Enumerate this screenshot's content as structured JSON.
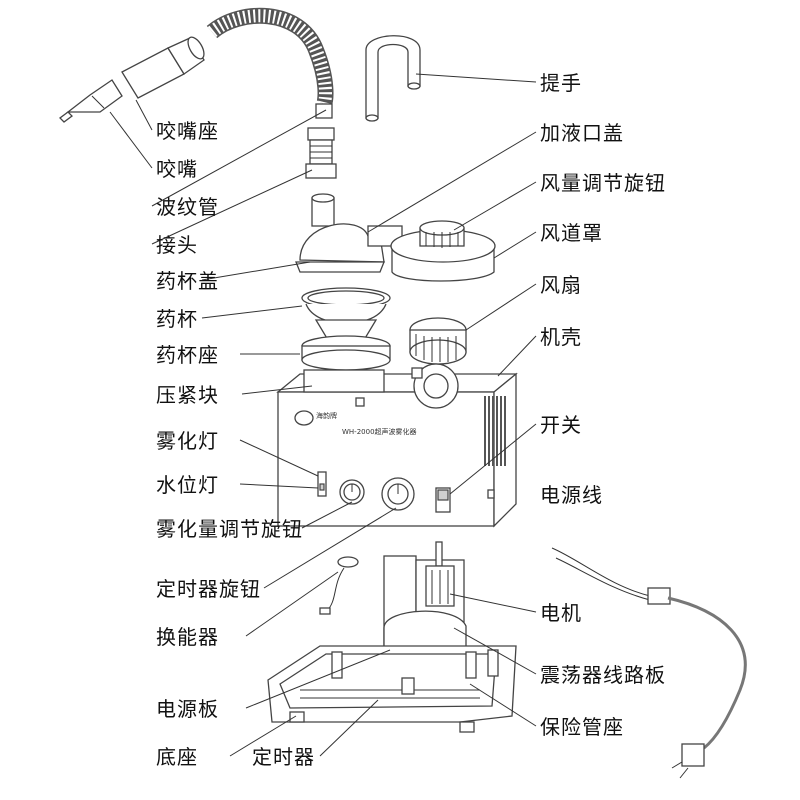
{
  "labels_left": [
    {
      "id": "mouthpiece-seat",
      "text": "咬嘴座"
    },
    {
      "id": "mouthpiece",
      "text": "咬嘴"
    },
    {
      "id": "corrugated-tube",
      "text": "波纹管"
    },
    {
      "id": "connector",
      "text": "接头"
    },
    {
      "id": "cup-lid",
      "text": "药杯盖"
    },
    {
      "id": "medicine-cup",
      "text": "药杯"
    },
    {
      "id": "cup-seat",
      "text": "药杯座"
    },
    {
      "id": "clamp-block",
      "text": "压紧块"
    },
    {
      "id": "mist-light",
      "text": "雾化灯"
    },
    {
      "id": "water-level-light",
      "text": "水位灯"
    },
    {
      "id": "mist-volume-knob",
      "text": "雾化量调节旋钮"
    },
    {
      "id": "timer-knob",
      "text": "定时器旋钮"
    },
    {
      "id": "transducer",
      "text": "换能器"
    },
    {
      "id": "power-board",
      "text": "电源板"
    },
    {
      "id": "base",
      "text": "底座"
    },
    {
      "id": "timer",
      "text": "定时器"
    }
  ],
  "labels_right": [
    {
      "id": "handle",
      "text": "提手"
    },
    {
      "id": "fill-cap",
      "text": "加液口盖"
    },
    {
      "id": "air-volume-knob",
      "text": "风量调节旋钮"
    },
    {
      "id": "air-duct-cover",
      "text": "风道罩"
    },
    {
      "id": "fan",
      "text": "风扇"
    },
    {
      "id": "housing",
      "text": "机壳"
    },
    {
      "id": "switch",
      "text": "开关"
    },
    {
      "id": "power-cord",
      "text": "电源线"
    },
    {
      "id": "motor",
      "text": "电机"
    },
    {
      "id": "oscillator-board",
      "text": "震荡器线路板"
    },
    {
      "id": "fuse-holder",
      "text": "保险管座"
    }
  ],
  "device_text": {
    "model": "WH-2000超声波雾化器"
  }
}
